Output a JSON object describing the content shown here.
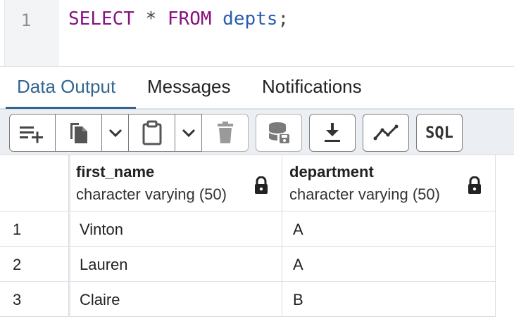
{
  "editor": {
    "line_number": "1",
    "tokens": {
      "select": "SELECT",
      "star": "*",
      "from": "FROM",
      "table": "depts",
      "semicolon": ";"
    }
  },
  "tabs": [
    {
      "label": "Data Output",
      "active": true
    },
    {
      "label": "Messages",
      "active": false
    },
    {
      "label": "Notifications",
      "active": false
    }
  ],
  "toolbar": {
    "buttons": [
      {
        "icon": "add-row-icon"
      },
      {
        "icon": "copy-icon"
      },
      {
        "icon": "chevron-down-icon"
      },
      {
        "icon": "paste-icon"
      },
      {
        "icon": "chevron-down-icon"
      },
      {
        "icon": "trash-icon"
      },
      {
        "icon": "save-data-icon"
      },
      {
        "icon": "download-icon"
      },
      {
        "icon": "graph-icon"
      },
      {
        "icon": "sql-icon",
        "label": "SQL"
      }
    ]
  },
  "grid": {
    "columns": [
      {
        "name": "first_name",
        "type": "character varying (50)"
      },
      {
        "name": "department",
        "type": "character varying (50)"
      }
    ],
    "rows": [
      {
        "num": "1",
        "first_name": "Vinton",
        "department": "A"
      },
      {
        "num": "2",
        "first_name": "Lauren",
        "department": "A"
      },
      {
        "num": "3",
        "first_name": "Claire",
        "department": "B"
      }
    ]
  },
  "colors": {
    "keyword": "#881280",
    "identifier": "#2a5db0",
    "active_tab": "#326690"
  }
}
